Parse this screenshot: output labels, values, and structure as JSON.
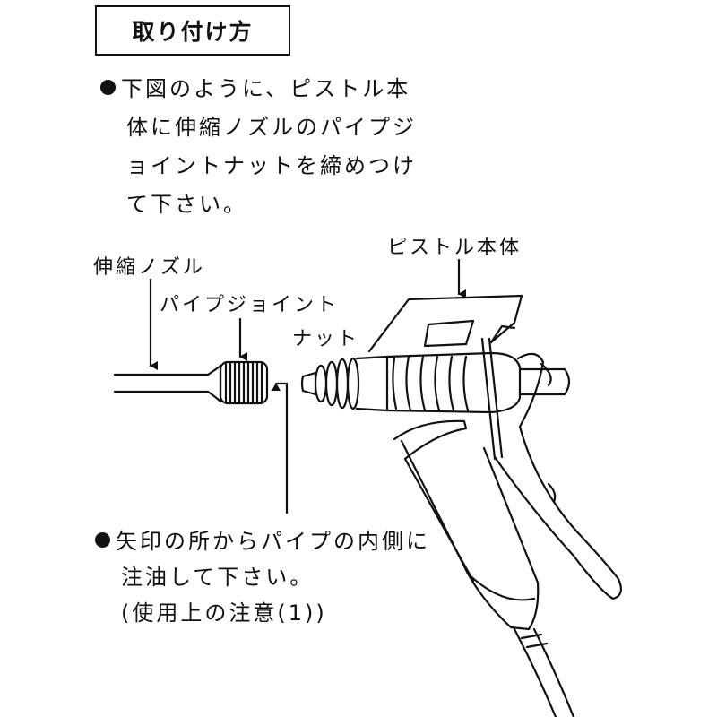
{
  "title": "取り付け方",
  "instruction1": {
    "lines": [
      "下図のように、ピストル本",
      "体に伸縮ノズルのパイプジ",
      "ョイントナットを締めつけ",
      "て下さい。"
    ]
  },
  "instruction2": {
    "lines": [
      "矢印の所からパイプの内側に",
      "注油して下さい。",
      "(使用上の注意(1))"
    ]
  },
  "labels": {
    "pistol_body": "ピストル本体",
    "nozzle": "伸縮ノズル",
    "joint_nut_line1": "パイプジョイント",
    "joint_nut_line2": "ナット"
  },
  "colors": {
    "ink": "#111111",
    "background": "#ffffff"
  }
}
